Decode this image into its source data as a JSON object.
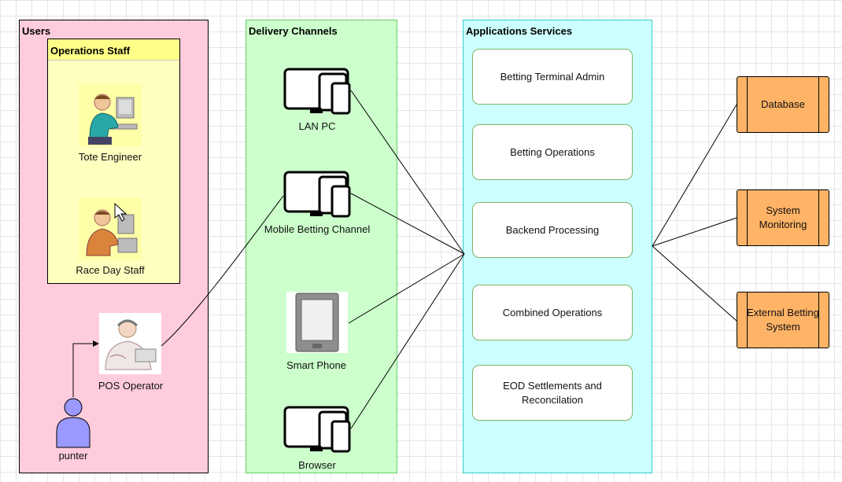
{
  "groups": {
    "users": "Users",
    "operations_staff": "Operations Staff",
    "delivery_channels": "Delivery Channels",
    "applications_services": "Applications Services"
  },
  "users": {
    "tote_engineer": "Tote Engineer",
    "race_day_staff": "Race Day Staff",
    "pos_operator": "POS Operator",
    "punter": "punter"
  },
  "channels": {
    "lan_pc": "LAN PC",
    "mobile_betting": "Mobile Betting Channel",
    "smart_phone": "Smart Phone",
    "browser": "Browser"
  },
  "services": [
    "Betting Terminal Admin",
    "Betting Operations",
    "Backend Processing",
    "Combined Operations",
    "EOD Settlements and Reconcilation"
  ],
  "external": {
    "database": "Database",
    "system_monitoring": "System Monitoring",
    "external_betting": "External Betting System"
  },
  "colors": {
    "users_bg": "#ffccdd",
    "ops_bg": "#ffffc0",
    "delivery_bg": "#ccffcc",
    "apps_bg": "#ccffff",
    "external_bg": "#ffb366",
    "punter_fill": "#9999ff"
  }
}
